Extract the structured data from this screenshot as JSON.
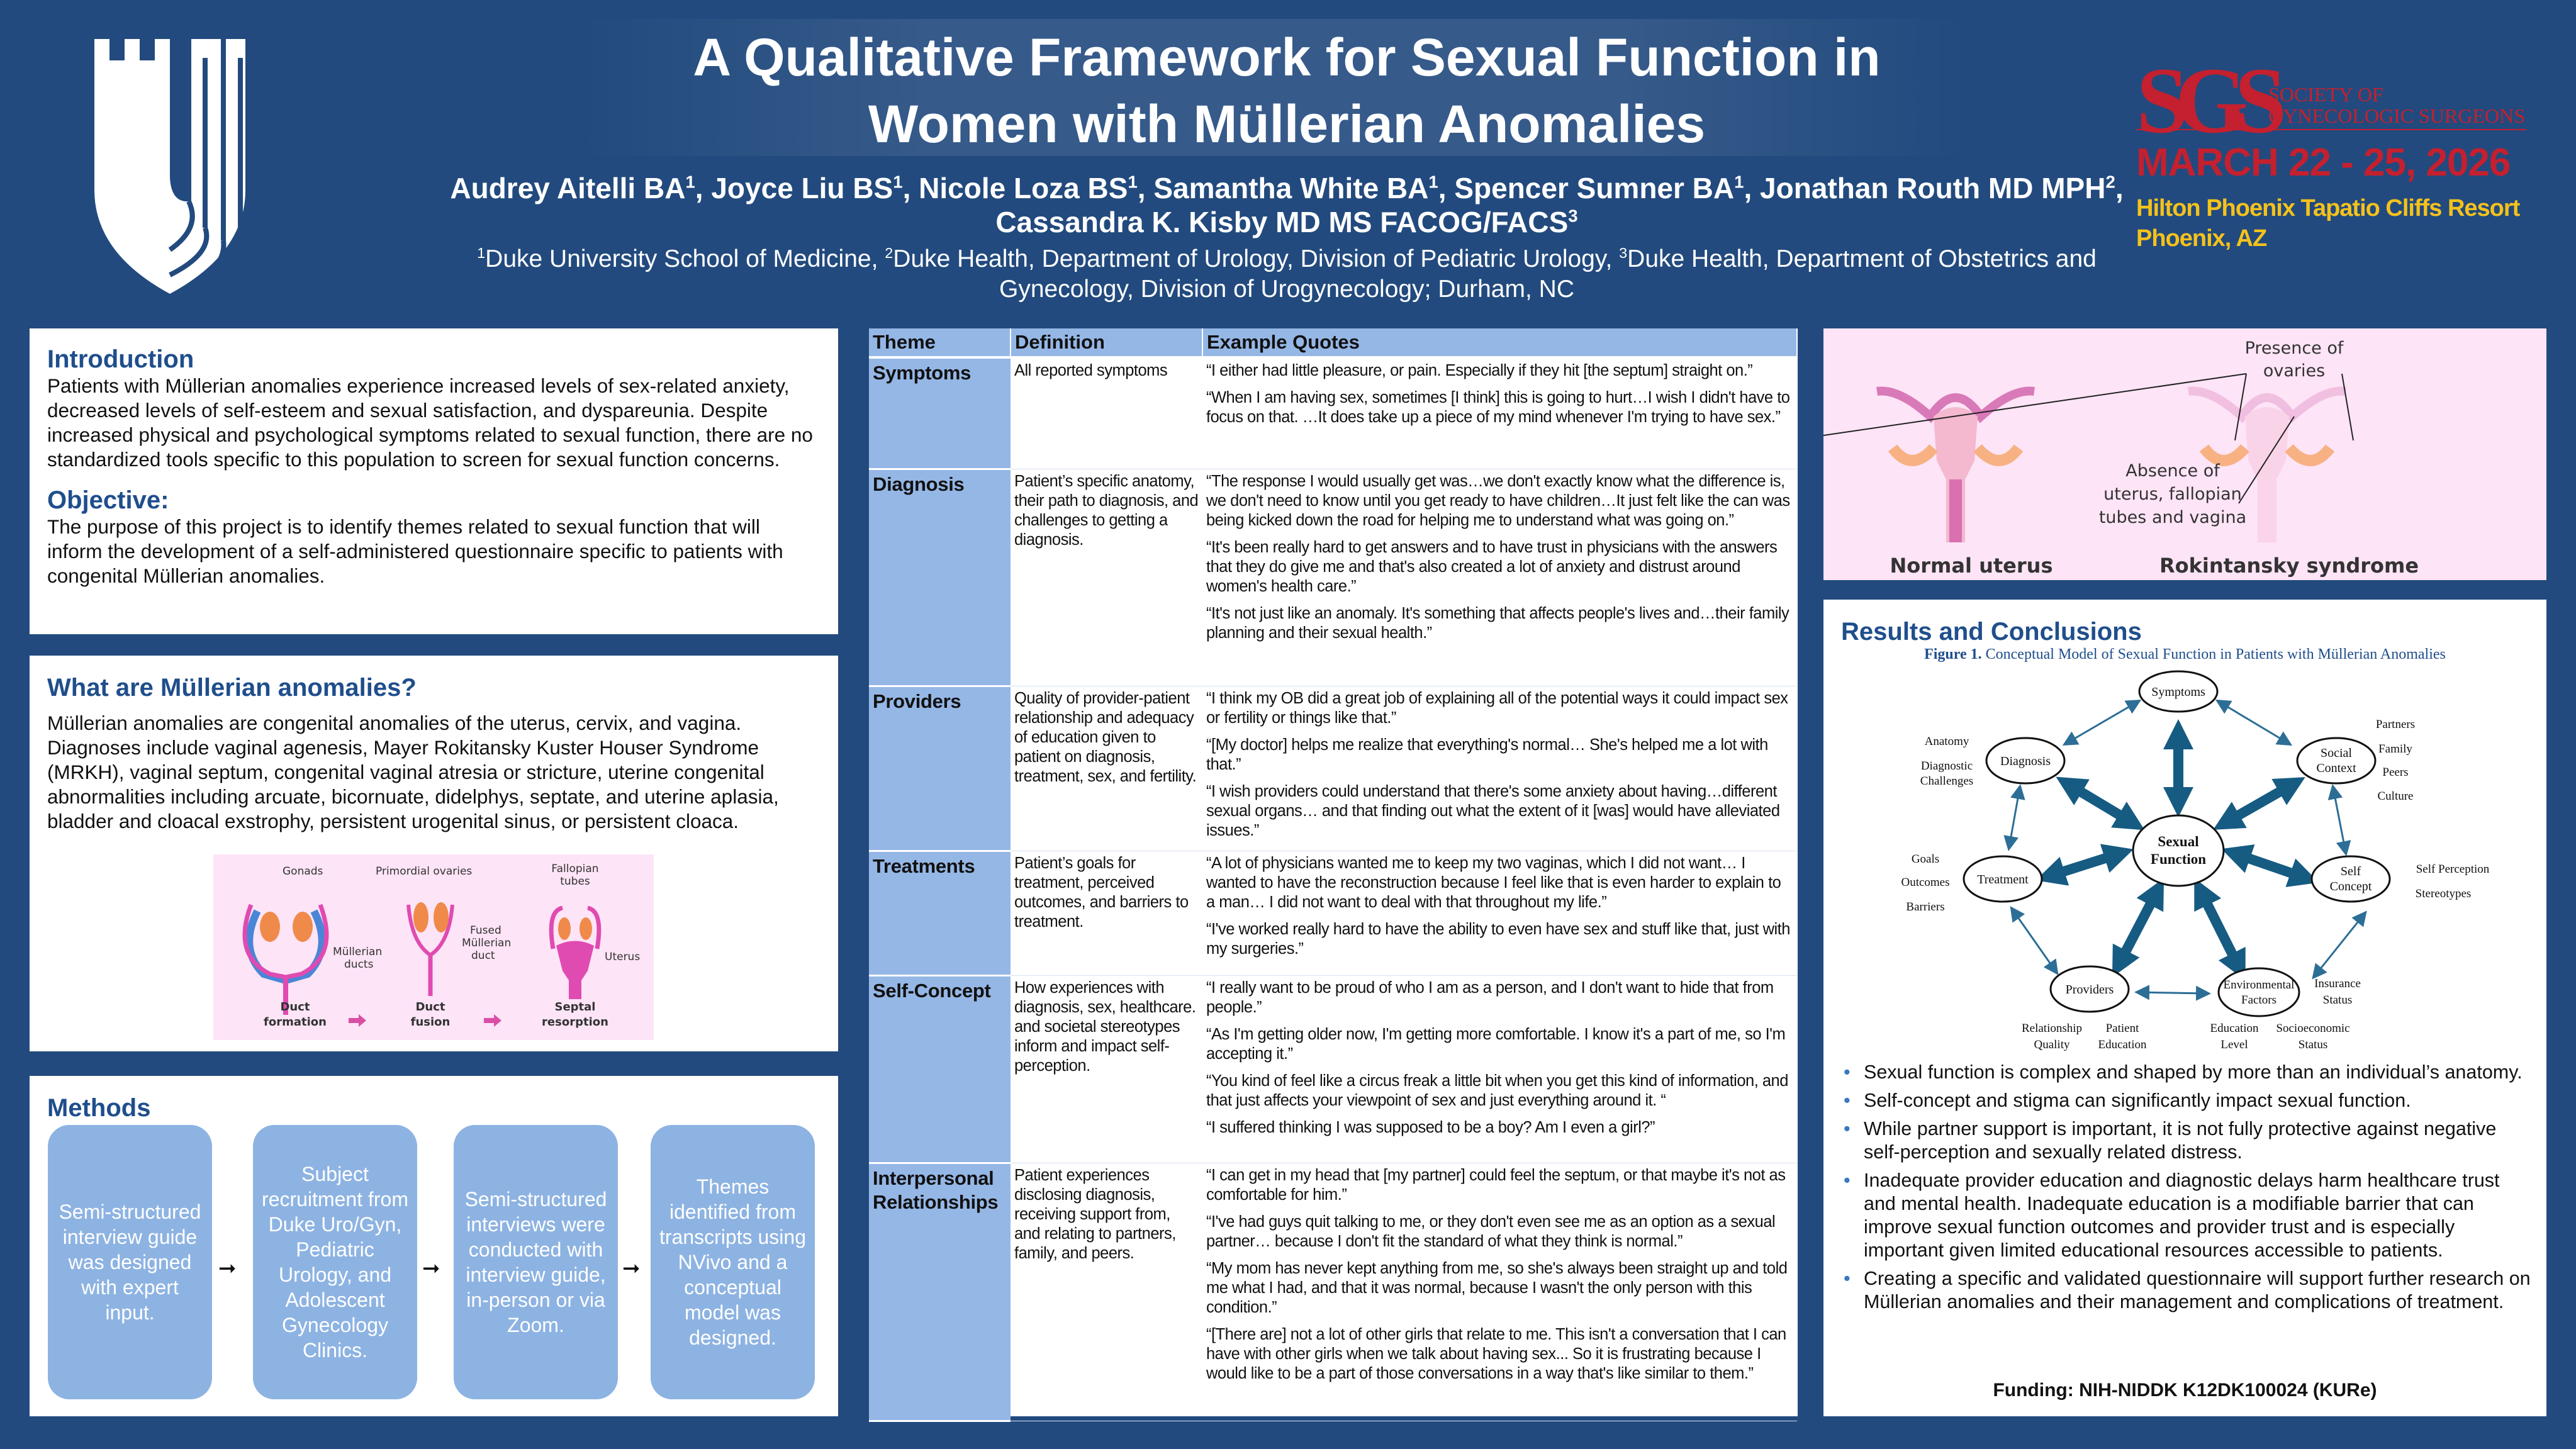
{
  "header": {
    "title_line1": "A Qualitative Framework for Sexual Function in",
    "title_line2": "Women with Müllerian Anomalies",
    "authors": [
      {
        "name": "Audrey Aitelli BA",
        "sup": "1"
      },
      {
        "name": "Joyce Liu BS",
        "sup": "1"
      },
      {
        "name": "Nicole Loza BS",
        "sup": "1"
      },
      {
        "name": "Samantha White BA",
        "sup": "1"
      },
      {
        "name": "Spencer Sumner BA",
        "sup": "1"
      },
      {
        "name": "Jonathan Routh MD MPH",
        "sup": "2"
      },
      {
        "name": "Cassandra K. Kisby MD MS FACOG/FACS",
        "sup": "3"
      }
    ],
    "affiliations": [
      {
        "sup": "1",
        "text": "Duke University School of Medicine, "
      },
      {
        "sup": "2",
        "text": "Duke Health, Department of Urology, Division of Pediatric Urology, "
      },
      {
        "sup": "3",
        "text": "Duke Health, Department of Obstetrics and Gynecology, Division of Urogynecology; Durham, NC"
      }
    ],
    "logo": "duke-shield-logo",
    "conference": {
      "logo_letters": "SGS",
      "society_line1": "SOCIETY OF",
      "society_line2": "GYNECOLOGIC SURGEONS",
      "dates": "MARCH 22 - 25, 2026",
      "venue": "Hilton Phoenix Tapatio Cliffs Resort",
      "city": "Phoenix, AZ"
    }
  },
  "intro": {
    "heading": "Introduction",
    "text": "Patients with Müllerian anomalies experience increased levels of sex-related anxiety, decreased levels of self-esteem and sexual satisfaction, and dyspareunia. Despite increased physical and psychological symptoms related to sexual function, there are no standardized tools specific to this population to screen for sexual function concerns.",
    "objective_heading": "Objective:",
    "objective_text": "The purpose of this project is to identify themes related to sexual function that will inform the development of a self-administered questionnaire specific to patients with congenital Müllerian anomalies."
  },
  "what_are": {
    "heading": "What are Müllerian anomalies?",
    "text": "Müllerian anomalies are congenital anomalies of the uterus, cervix, and vagina. Diagnoses include vaginal agenesis, Mayer Rokitansky Kuster Houser Syndrome (MRKH), vaginal septum, congenital vaginal atresia or stricture, uterine congenital abnormalities including arcuate, bicornuate, didelphys, septate, and uterine aplasia, bladder and cloacal exstrophy, persistent urogenital sinus, or persistent cloaca.",
    "figure": {
      "gonads": "Gonads",
      "mullerian_ducts_1": "Müllerian",
      "mullerian_ducts_2": "ducts",
      "primordial_ovaries": "Primordial ovaries",
      "fused_1": "Fused",
      "fused_2": "Müllerian",
      "fused_3": "duct",
      "fallopian_1": "Fallopian",
      "fallopian_2": "tubes",
      "uterus": "Uterus",
      "stage1_1": "Duct",
      "stage1_2": "formation",
      "stage2_1": "Duct",
      "stage2_2": "fusion",
      "stage3_1": "Septal",
      "stage3_2": "resorption"
    }
  },
  "methods": {
    "heading": "Methods",
    "steps": [
      "Semi-structured interview guide was designed with expert input.",
      "Subject recruitment from Duke Uro/Gyn, Pediatric Urology, and Adolescent Gynecology Clinics.",
      "Semi-structured interviews were conducted with interview guide, in-person or via Zoom.",
      "Themes identified from transcripts using NVivo and a conceptual model was designed."
    ]
  },
  "table": {
    "headers": [
      "Theme",
      "Definition",
      "Example Quotes"
    ],
    "rows": [
      {
        "theme": "Symptoms",
        "definition": "All reported symptoms",
        "quotes": [
          "“I either had little pleasure, or pain. Especially if they hit [the septum] straight on.”",
          "“When I am having sex, sometimes [I think] this is going to hurt…I wish I didn't have to focus on that. …It does take up a piece of my mind whenever I'm trying to have sex.”"
        ]
      },
      {
        "theme": "Diagnosis",
        "definition": "Patient’s specific anatomy, their path to diagnosis, and challenges to getting a diagnosis.",
        "quotes": [
          "“The response I would usually get was…we don't exactly know what the difference is, we don't need to know until you get ready to have children…It just felt like the can was being kicked down the road for helping me to understand what was going on.”",
          " “It's been really hard to get answers and to have trust in physicians with the answers that they do give me and that's also created a lot of anxiety and distrust around women's health care.”",
          "“It's not just like an anomaly. It's something that affects people's lives and…their family planning and their sexual health.”"
        ]
      },
      {
        "theme": "Providers",
        "definition": "Quality of provider-patient relationship and adequacy of education given to patient on diagnosis, treatment, sex, and fertility.",
        "quotes": [
          "“I think my OB did a great job of explaining all of the potential ways it could impact sex or fertility or things like that.”",
          "“[My doctor] helps me realize that everything's normal… She's helped me a lot with that.”",
          "“I wish providers could understand that there's some anxiety about having…different sexual organs… and that finding out what the extent of it [was] would have alleviated issues.”"
        ]
      },
      {
        "theme": "Treatments",
        "definition": "Patient’s goals for treatment, perceived outcomes, and barriers to treatment.",
        "quotes": [
          "“A lot of physicians wanted me to keep my two vaginas, which I did not want… I wanted to have the reconstruction because I feel like that is even harder to explain to a man…  I did not want to deal with that throughout my life.”",
          "“I've worked really hard to have the ability to even have sex and stuff like that, just with my surgeries.”"
        ]
      },
      {
        "theme": "Self-Concept",
        "definition": "How experiences with diagnosis, sex, healthcare. and societal stereotypes inform and impact self-perception.",
        "quotes": [
          "“I really want to be proud of who I am as a person, and I don't want to hide that from people.”",
          "“As I'm getting older now, I'm getting more comfortable. I know it's a part of me, so I'm accepting it.”",
          "“You kind of feel like a circus freak a little bit when you get this kind of information, and that just affects your viewpoint of sex and just everything around it. “",
          "“I suffered thinking I was supposed to be a boy? Am I even a girl?”"
        ]
      },
      {
        "theme": "Interpersonal Relationships",
        "definition": "Patient experiences disclosing diagnosis, receiving support from, and relating to partners, family, and peers.",
        "quotes": [
          " “I can get in my head that [my partner] could feel the septum, or that maybe it's not as comfortable for him.”",
          "“I've had guys quit talking to me, or they don't even see me as an option as a sexual partner… because I don't fit the standard of what they think is normal.”",
          " “My mom has never kept anything from me, so she's always been straight up and told me what I had, and that it was normal, because I wasn't the only person with this condition.”",
          "“[There are] not a lot of other girls that relate to me. This isn't a conversation that I can have with other girls when we talk about having sex... So it is frustrating because I would like to be a part of those conversations in a way that's like similar to them.”"
        ]
      }
    ]
  },
  "uterus_figure": {
    "presence_1": "Presence of",
    "presence_2": "ovaries",
    "absence_1": "Absence of",
    "absence_2": "uterus, fallopian",
    "absence_3": "tubes and vagina",
    "label_normal": "Normal uterus",
    "label_rokitansky": "Rokintansky syndrome"
  },
  "results": {
    "heading": "Results and Conclusions",
    "figure_label": "Figure 1.",
    "figure_caption": " Conceptual Model of Sexual Function in Patients with Müllerian Anomalies",
    "diagram": {
      "center_1": "Sexual",
      "center_2": "Function",
      "symptoms": "Symptoms",
      "diagnosis": "Diagnosis",
      "social_1": "Social",
      "social_2": "Context",
      "treatment": "Treatment",
      "self_1": "Self",
      "self_2": "Concept",
      "providers": "Providers",
      "env_1": "Environmental",
      "env_2": "Factors",
      "anatomy": "Anatomy",
      "diag_chal_1": "Diagnostic",
      "diag_chal_2": "Challenges",
      "partners": "Partners",
      "family": "Family",
      "peers": "Peers",
      "culture": "Culture",
      "goals": "Goals",
      "outcomes": "Outcomes",
      "barriers": "Barriers",
      "self_perception": "Self Perception",
      "stereotypes": "Stereotypes",
      "insurance_1": "Insurance",
      "insurance_2": "Status",
      "rel_1": "Relationship",
      "rel_2": "Quality",
      "pe_1": "Patient",
      "pe_2": "Education",
      "edu_1": "Education",
      "edu_2": "Level",
      "ses_1": "Socioeconomic",
      "ses_2": "Status"
    },
    "bullets": [
      "Sexual function is complex and shaped by more than an individual’s anatomy.",
      "Self-concept and stigma can significantly impact sexual function.",
      "While partner support is important, it is not fully protective against negative self-perception and sexually related distress.",
      "Inadequate provider education and diagnostic delays harm healthcare trust and mental health. Inadequate education is a modifiable barrier that can improve sexual function outcomes and provider trust and is especially important given limited educational resources accessible to patients.",
      "Creating a specific and validated questionnaire will support further research on Müllerian anomalies and their management and complications of treatment."
    ],
    "funding": "Funding: NIH-NIDDK K12DK100024 (KURe)"
  },
  "colors": {
    "background": "#224a7e",
    "heading": "#1f4e8c",
    "table_theme": "#95b7e6",
    "method_box": "#8db3e2",
    "sgs_red": "#c4202f",
    "sgs_yellow": "#f5c21b",
    "figure_pink": "#fde4f6"
  }
}
